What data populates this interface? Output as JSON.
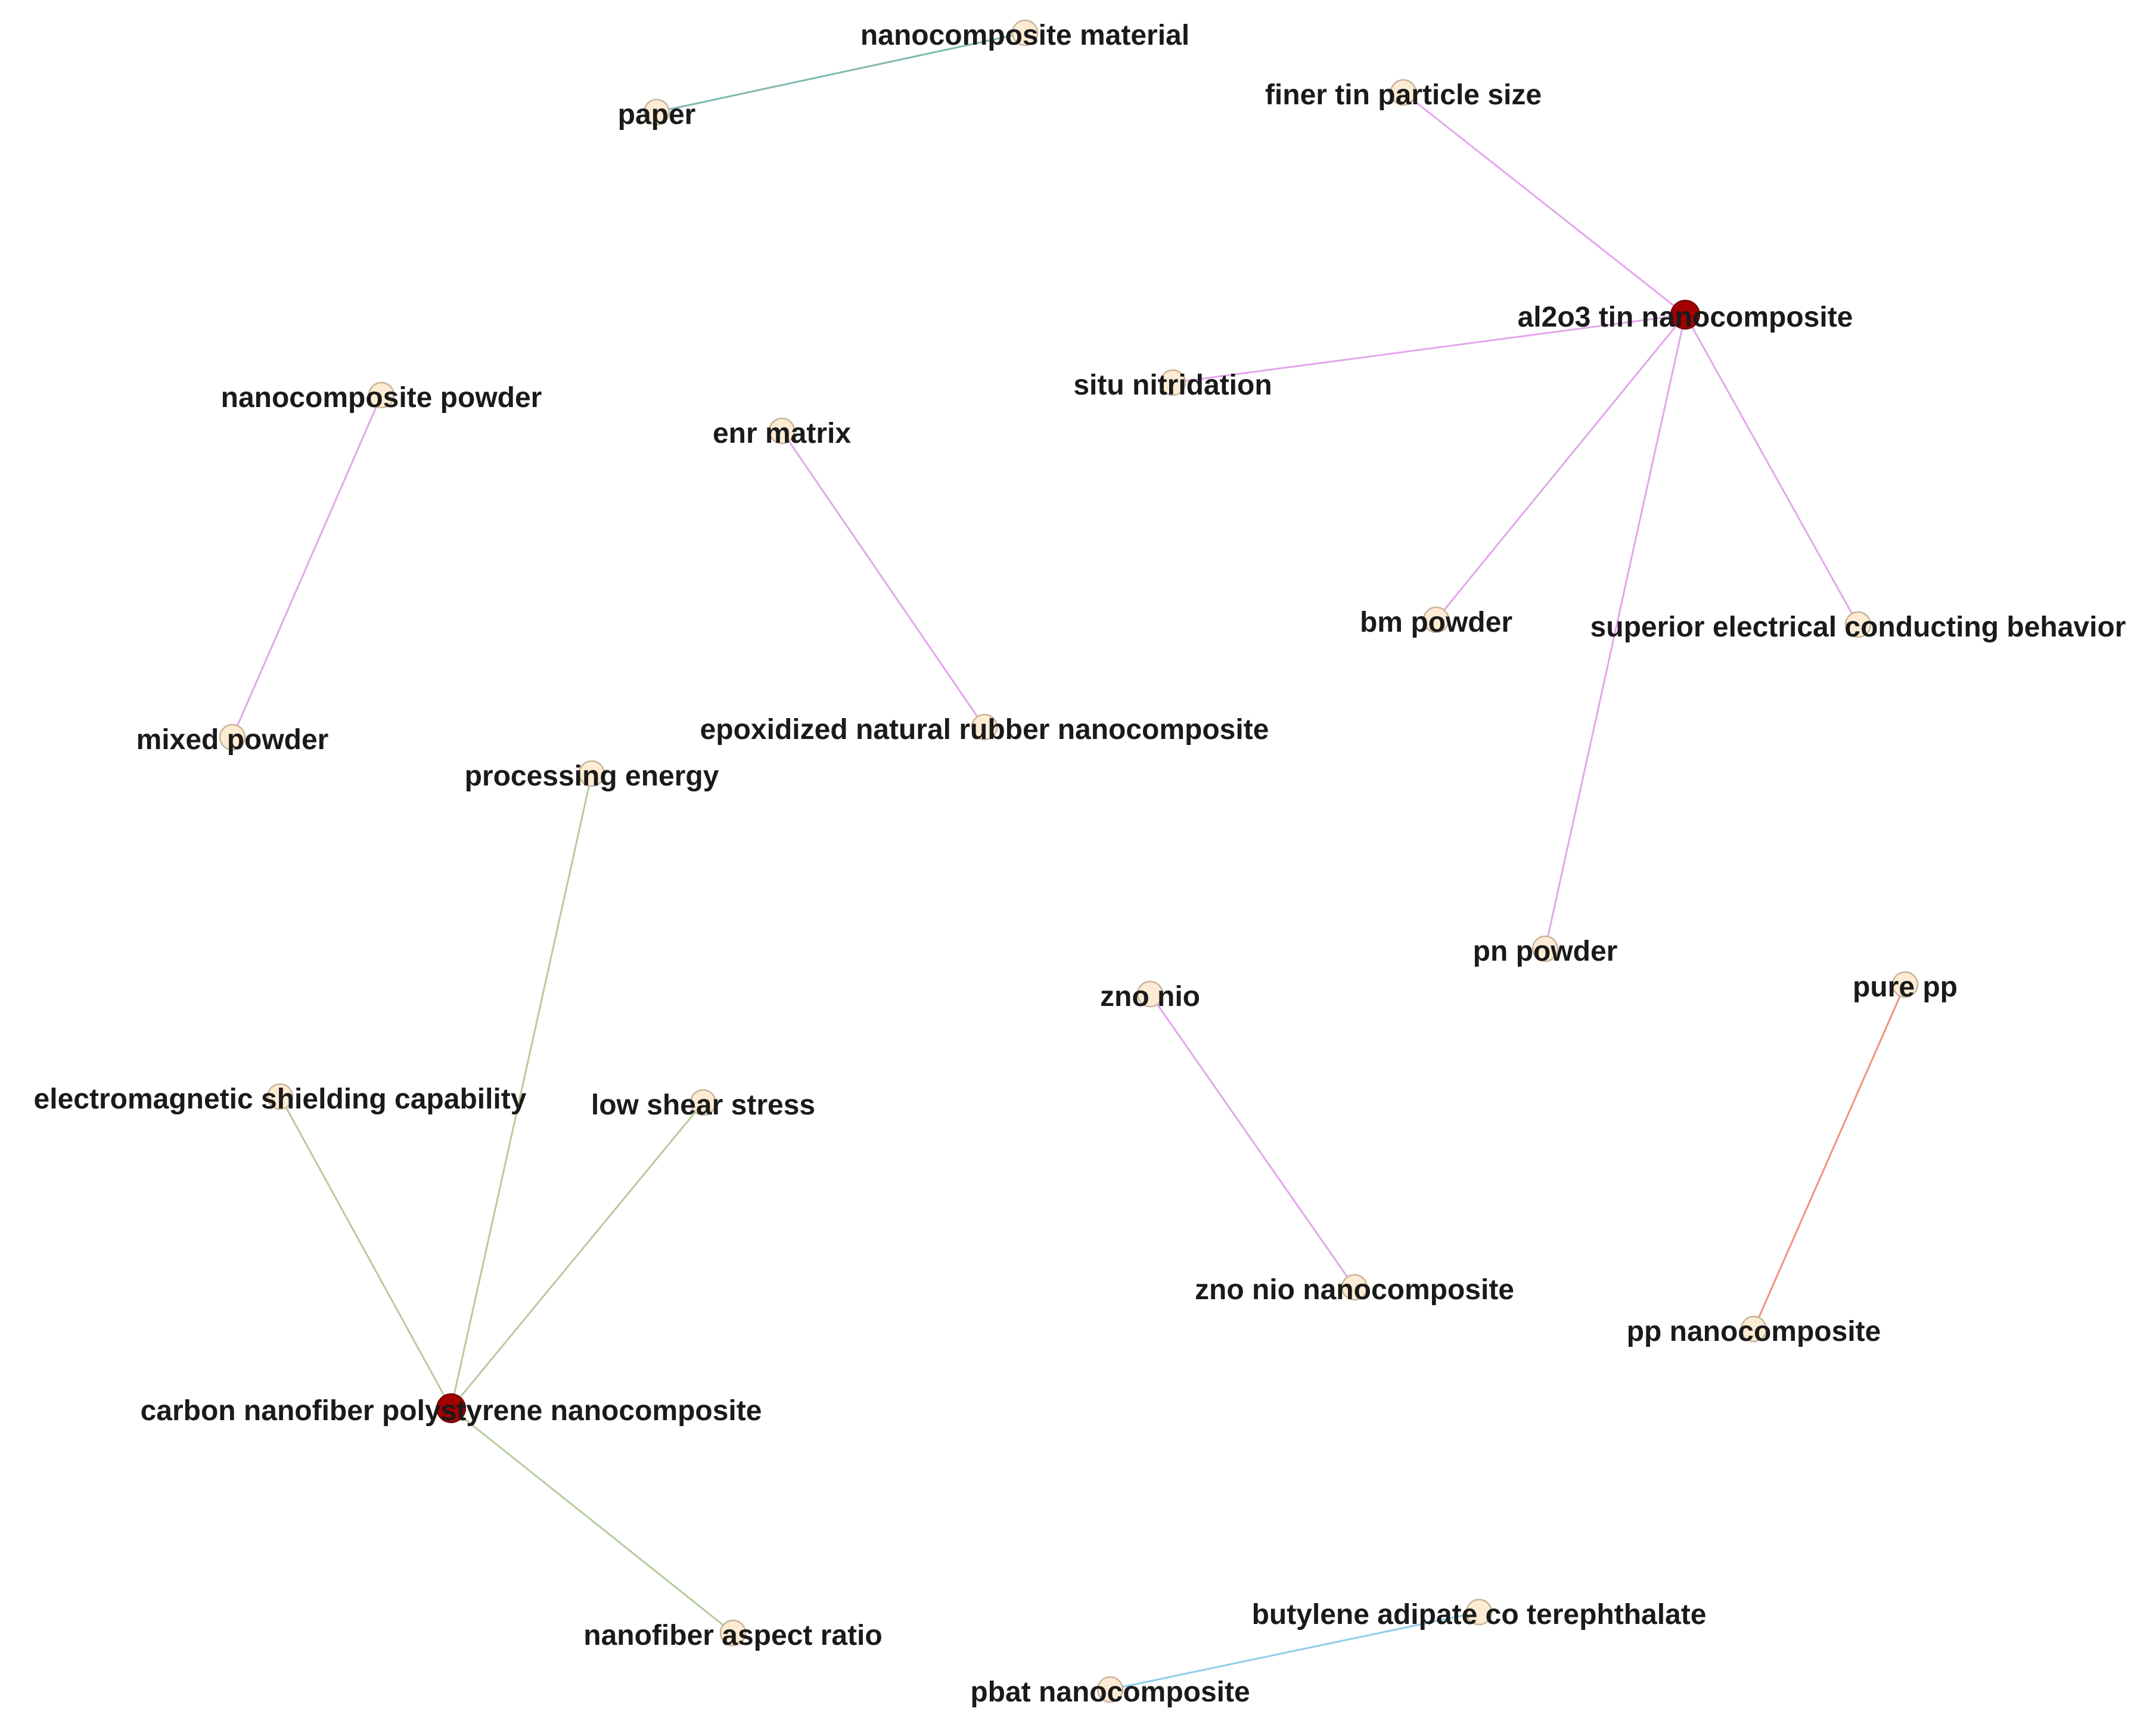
{
  "graph": {
    "colors": {
      "hub": "#a30000",
      "node_fill": "#fdebd3",
      "node_stroke": "#c9b49a",
      "edge_teal": "#7fb8b0",
      "edge_pink": "#e4a6ec",
      "edge_green": "#b5cc9e",
      "edge_red": "#f4907a",
      "edge_blue": "#8fcde8"
    },
    "nodes": [
      {
        "id": "n1",
        "label": "nanocomposite material"
      },
      {
        "id": "n2",
        "label": "paper"
      },
      {
        "id": "n3",
        "label": "finer tin particle size"
      },
      {
        "id": "n4",
        "label": "al2o3 tin nanocomposite",
        "hub": true
      },
      {
        "id": "n5",
        "label": "situ nitridation"
      },
      {
        "id": "n6",
        "label": "nanocomposite powder"
      },
      {
        "id": "n7",
        "label": "enr matrix"
      },
      {
        "id": "n8",
        "label": "bm powder"
      },
      {
        "id": "n9",
        "label": "superior electrical conducting behavior"
      },
      {
        "id": "n10",
        "label": "mixed powder"
      },
      {
        "id": "n11",
        "label": "epoxidized natural rubber nanocomposite"
      },
      {
        "id": "n12",
        "label": "processing energy"
      },
      {
        "id": "n13",
        "label": "pn powder"
      },
      {
        "id": "n14",
        "label": "zno nio"
      },
      {
        "id": "n15",
        "label": "pure pp"
      },
      {
        "id": "n16",
        "label": "electromagnetic shielding capability"
      },
      {
        "id": "n17",
        "label": "low shear stress"
      },
      {
        "id": "n18",
        "label": "zno nio nanocomposite"
      },
      {
        "id": "n19",
        "label": "pp nanocomposite"
      },
      {
        "id": "n20",
        "label": "carbon nanofiber polystyrene nanocomposite",
        "hub": true
      },
      {
        "id": "n21",
        "label": "nanofiber aspect ratio"
      },
      {
        "id": "n22",
        "label": "butylene adipate co terephthalate"
      },
      {
        "id": "n23",
        "label": "pbat nanocomposite"
      }
    ],
    "edges": [
      {
        "source": "n1",
        "target": "n2",
        "color": "teal"
      },
      {
        "source": "n3",
        "target": "n4",
        "color": "pink"
      },
      {
        "source": "n4",
        "target": "n5",
        "color": "pink"
      },
      {
        "source": "n4",
        "target": "n8",
        "color": "pink"
      },
      {
        "source": "n4",
        "target": "n9",
        "color": "pink"
      },
      {
        "source": "n4",
        "target": "n13",
        "color": "pink"
      },
      {
        "source": "n6",
        "target": "n10",
        "color": "pink"
      },
      {
        "source": "n7",
        "target": "n11",
        "color": "pink"
      },
      {
        "source": "n14",
        "target": "n18",
        "color": "pink"
      },
      {
        "source": "n15",
        "target": "n19",
        "color": "red"
      },
      {
        "source": "n12",
        "target": "n20",
        "color": "green"
      },
      {
        "source": "n16",
        "target": "n20",
        "color": "green"
      },
      {
        "source": "n17",
        "target": "n20",
        "color": "green"
      },
      {
        "source": "n20",
        "target": "n21",
        "color": "green"
      },
      {
        "source": "n22",
        "target": "n23",
        "color": "blue"
      }
    ]
  }
}
